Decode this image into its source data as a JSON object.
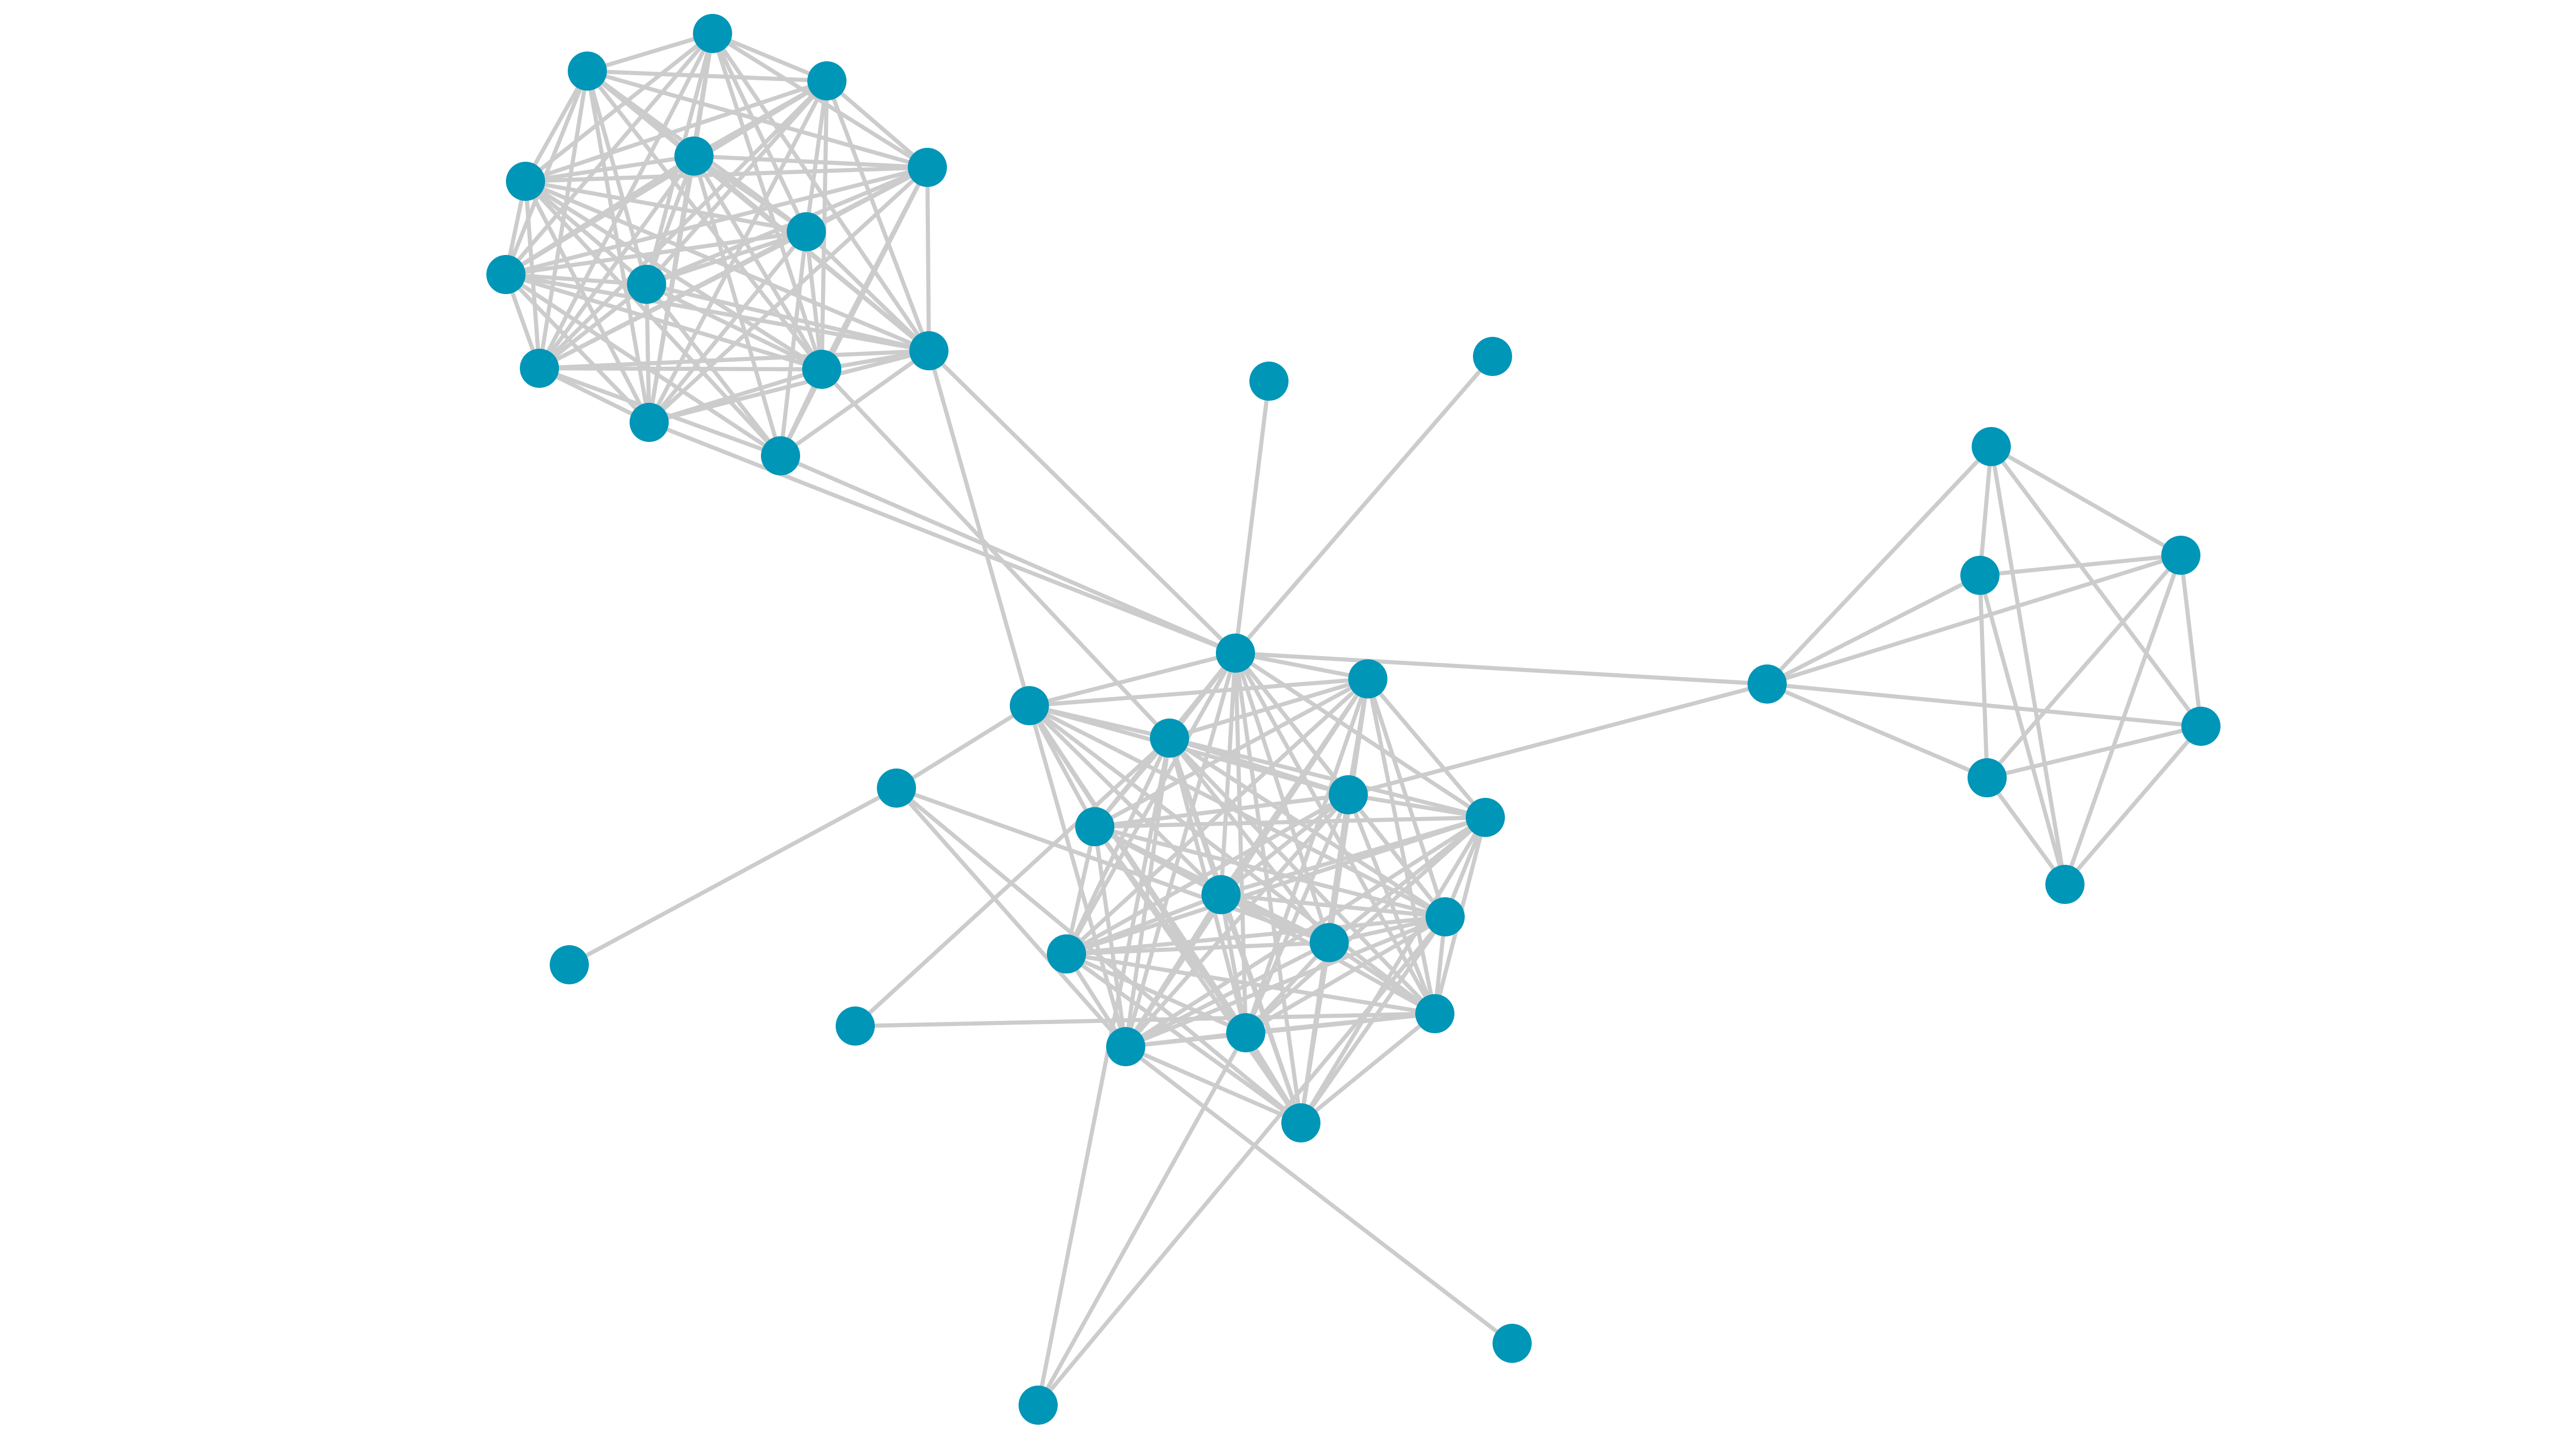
{
  "colors": {
    "node": "#0096b7",
    "edge": "#cccccc",
    "background": "#ffffff"
  },
  "graph": {
    "nodes": [
      "a1",
      "a2",
      "a3",
      "a4",
      "a5",
      "a6",
      "a7",
      "a8",
      "a9",
      "a10",
      "a11",
      "a12",
      "a13",
      "c1",
      "c2",
      "c3",
      "c4",
      "c5",
      "c6",
      "c7",
      "c8",
      "c9",
      "c10",
      "c11",
      "c12",
      "c13",
      "c14",
      "c15",
      "c16",
      "l1",
      "l2",
      "l3",
      "l4",
      "l5",
      "l6",
      "h1",
      "r1",
      "r2",
      "r3",
      "r4",
      "r5",
      "r6"
    ],
    "edges": [
      [
        "a1",
        "a2"
      ],
      [
        "a1",
        "a3"
      ],
      [
        "a1",
        "a4"
      ],
      [
        "a1",
        "a5"
      ],
      [
        "a1",
        "a6"
      ],
      [
        "a1",
        "a7"
      ],
      [
        "a1",
        "a8"
      ],
      [
        "a1",
        "a9"
      ],
      [
        "a1",
        "a10"
      ],
      [
        "a1",
        "a11"
      ],
      [
        "a1",
        "a12"
      ],
      [
        "a1",
        "a13"
      ],
      [
        "a2",
        "a3"
      ],
      [
        "a2",
        "a4"
      ],
      [
        "a2",
        "a5"
      ],
      [
        "a2",
        "a6"
      ],
      [
        "a2",
        "a7"
      ],
      [
        "a2",
        "a8"
      ],
      [
        "a2",
        "a9"
      ],
      [
        "a2",
        "a10"
      ],
      [
        "a2",
        "a11"
      ],
      [
        "a2",
        "a12"
      ],
      [
        "a2",
        "a13"
      ],
      [
        "a3",
        "a4"
      ],
      [
        "a3",
        "a5"
      ],
      [
        "a3",
        "a6"
      ],
      [
        "a3",
        "a7"
      ],
      [
        "a3",
        "a8"
      ],
      [
        "a3",
        "a9"
      ],
      [
        "a3",
        "a10"
      ],
      [
        "a3",
        "a11"
      ],
      [
        "a3",
        "a12"
      ],
      [
        "a3",
        "a13"
      ],
      [
        "a4",
        "a5"
      ],
      [
        "a4",
        "a6"
      ],
      [
        "a4",
        "a7"
      ],
      [
        "a4",
        "a8"
      ],
      [
        "a4",
        "a9"
      ],
      [
        "a4",
        "a10"
      ],
      [
        "a4",
        "a11"
      ],
      [
        "a4",
        "a12"
      ],
      [
        "a4",
        "a13"
      ],
      [
        "a5",
        "a6"
      ],
      [
        "a5",
        "a7"
      ],
      [
        "a5",
        "a8"
      ],
      [
        "a5",
        "a9"
      ],
      [
        "a5",
        "a10"
      ],
      [
        "a5",
        "a11"
      ],
      [
        "a5",
        "a12"
      ],
      [
        "a5",
        "a13"
      ],
      [
        "a6",
        "a7"
      ],
      [
        "a6",
        "a8"
      ],
      [
        "a6",
        "a9"
      ],
      [
        "a6",
        "a10"
      ],
      [
        "a6",
        "a11"
      ],
      [
        "a6",
        "a12"
      ],
      [
        "a6",
        "a13"
      ],
      [
        "a7",
        "a8"
      ],
      [
        "a7",
        "a9"
      ],
      [
        "a7",
        "a10"
      ],
      [
        "a7",
        "a11"
      ],
      [
        "a7",
        "a12"
      ],
      [
        "a7",
        "a13"
      ],
      [
        "a8",
        "a9"
      ],
      [
        "a8",
        "a10"
      ],
      [
        "a8",
        "a11"
      ],
      [
        "a8",
        "a12"
      ],
      [
        "a8",
        "a13"
      ],
      [
        "a9",
        "a10"
      ],
      [
        "a9",
        "a11"
      ],
      [
        "a9",
        "a12"
      ],
      [
        "a9",
        "a13"
      ],
      [
        "a10",
        "a11"
      ],
      [
        "a10",
        "a12"
      ],
      [
        "a10",
        "a13"
      ],
      [
        "a11",
        "a12"
      ],
      [
        "a11",
        "a13"
      ],
      [
        "a12",
        "a13"
      ],
      [
        "a12",
        "c2"
      ],
      [
        "a12",
        "c1"
      ],
      [
        "a11",
        "c3"
      ],
      [
        "a13",
        "c1"
      ],
      [
        "c1",
        "c2"
      ],
      [
        "c1",
        "c3"
      ],
      [
        "c1",
        "c4"
      ],
      [
        "c1",
        "c5"
      ],
      [
        "c1",
        "c6"
      ],
      [
        "c1",
        "c7"
      ],
      [
        "c1",
        "c8"
      ],
      [
        "c1",
        "c9"
      ],
      [
        "c1",
        "c10"
      ],
      [
        "c1",
        "c11"
      ],
      [
        "c1",
        "c12"
      ],
      [
        "c1",
        "c13"
      ],
      [
        "c1",
        "c14"
      ],
      [
        "c1",
        "c15"
      ],
      [
        "c2",
        "c3"
      ],
      [
        "c2",
        "c4"
      ],
      [
        "c2",
        "c5"
      ],
      [
        "c2",
        "c7"
      ],
      [
        "c2",
        "c8"
      ],
      [
        "c2",
        "c9"
      ],
      [
        "c2",
        "c12"
      ],
      [
        "c2",
        "c13"
      ],
      [
        "c2",
        "c14"
      ],
      [
        "c2",
        "c15"
      ],
      [
        "c3",
        "c4"
      ],
      [
        "c3",
        "c5"
      ],
      [
        "c3",
        "c6"
      ],
      [
        "c3",
        "c7"
      ],
      [
        "c3",
        "c8"
      ],
      [
        "c3",
        "c9"
      ],
      [
        "c3",
        "c10"
      ],
      [
        "c3",
        "c11"
      ],
      [
        "c3",
        "c12"
      ],
      [
        "c3",
        "c13"
      ],
      [
        "c3",
        "c14"
      ],
      [
        "c3",
        "c15"
      ],
      [
        "c4",
        "c5"
      ],
      [
        "c4",
        "c6"
      ],
      [
        "c4",
        "c7"
      ],
      [
        "c4",
        "c8"
      ],
      [
        "c4",
        "c9"
      ],
      [
        "c4",
        "c10"
      ],
      [
        "c4",
        "c11"
      ],
      [
        "c4",
        "c12"
      ],
      [
        "c4",
        "c13"
      ],
      [
        "c4",
        "c14"
      ],
      [
        "c4",
        "c15"
      ],
      [
        "c5",
        "c6"
      ],
      [
        "c5",
        "c7"
      ],
      [
        "c5",
        "c8"
      ],
      [
        "c5",
        "c9"
      ],
      [
        "c5",
        "c10"
      ],
      [
        "c5",
        "c11"
      ],
      [
        "c5",
        "c12"
      ],
      [
        "c5",
        "c13"
      ],
      [
        "c5",
        "c14"
      ],
      [
        "c5",
        "c15"
      ],
      [
        "c6",
        "c7"
      ],
      [
        "c6",
        "c8"
      ],
      [
        "c6",
        "c9"
      ],
      [
        "c6",
        "c10"
      ],
      [
        "c6",
        "c11"
      ],
      [
        "c6",
        "c12"
      ],
      [
        "c6",
        "c13"
      ],
      [
        "c6",
        "c14"
      ],
      [
        "c6",
        "c15"
      ],
      [
        "c7",
        "c8"
      ],
      [
        "c7",
        "c9"
      ],
      [
        "c7",
        "c10"
      ],
      [
        "c7",
        "c11"
      ],
      [
        "c7",
        "c12"
      ],
      [
        "c7",
        "c13"
      ],
      [
        "c7",
        "c15"
      ],
      [
        "c8",
        "c9"
      ],
      [
        "c8",
        "c10"
      ],
      [
        "c8",
        "c11"
      ],
      [
        "c8",
        "c12"
      ],
      [
        "c8",
        "c13"
      ],
      [
        "c8",
        "c14"
      ],
      [
        "c8",
        "c15"
      ],
      [
        "c9",
        "c10"
      ],
      [
        "c9",
        "c11"
      ],
      [
        "c9",
        "c12"
      ],
      [
        "c9",
        "c13"
      ],
      [
        "c9",
        "c14"
      ],
      [
        "c9",
        "c15"
      ],
      [
        "c10",
        "c11"
      ],
      [
        "c10",
        "c12"
      ],
      [
        "c10",
        "c13"
      ],
      [
        "c10",
        "c14"
      ],
      [
        "c10",
        "c15"
      ],
      [
        "c10",
        "c16"
      ],
      [
        "c11",
        "c12"
      ],
      [
        "c11",
        "c13"
      ],
      [
        "c11",
        "c14"
      ],
      [
        "c11",
        "c15"
      ],
      [
        "c12",
        "c13"
      ],
      [
        "c12",
        "c14"
      ],
      [
        "c12",
        "c15"
      ],
      [
        "c12",
        "c16"
      ],
      [
        "c13",
        "c14"
      ],
      [
        "c13",
        "c15"
      ],
      [
        "c14",
        "c15"
      ],
      [
        "c15",
        "c16"
      ],
      [
        "c16",
        "l1"
      ],
      [
        "c16",
        "c2"
      ],
      [
        "c1",
        "l4"
      ],
      [
        "c1",
        "l5"
      ],
      [
        "c1",
        "h1"
      ],
      [
        "c5",
        "h1"
      ],
      [
        "c3",
        "l2"
      ],
      [
        "c3",
        "l3"
      ],
      [
        "c9",
        "l3"
      ],
      [
        "c13",
        "l3"
      ],
      [
        "c12",
        "l6"
      ],
      [
        "c14",
        "l2"
      ],
      [
        "h1",
        "r1"
      ],
      [
        "h1",
        "r2"
      ],
      [
        "h1",
        "r3"
      ],
      [
        "h1",
        "r4"
      ],
      [
        "h1",
        "r5"
      ],
      [
        "r1",
        "r2"
      ],
      [
        "r1",
        "r3"
      ],
      [
        "r1",
        "r4"
      ],
      [
        "r1",
        "r6"
      ],
      [
        "r2",
        "r3"
      ],
      [
        "r2",
        "r4"
      ],
      [
        "r2",
        "r5"
      ],
      [
        "r2",
        "r6"
      ],
      [
        "r3",
        "r5"
      ],
      [
        "r3",
        "r6"
      ],
      [
        "r4",
        "r5"
      ],
      [
        "r4",
        "r6"
      ],
      [
        "r5",
        "r6"
      ]
    ]
  }
}
